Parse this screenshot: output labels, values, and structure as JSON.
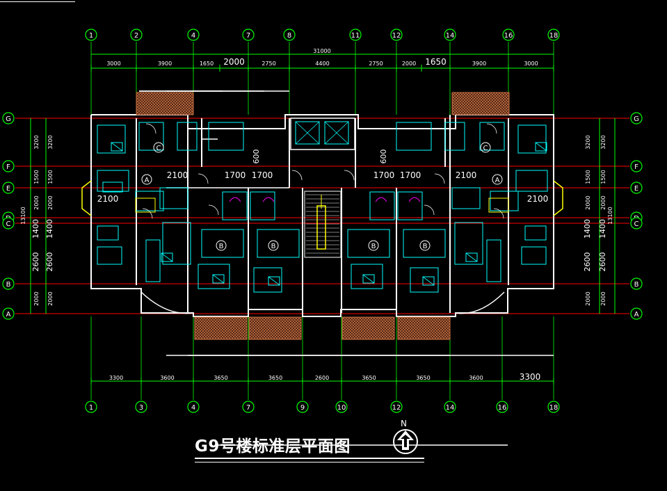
{
  "drawing": {
    "title": "G9号楼标准层平面图",
    "north_label": "N",
    "total_dimension": "31000",
    "colors": {
      "axis_bubble": "#00ff00",
      "axis_line": "#ff0000",
      "wall": "#ffffff",
      "fixture": "#00ffff",
      "dimension": "#00ff00",
      "balcony": "#c87040",
      "stair": "#ffff00",
      "accent": "#ff00ff"
    },
    "top_axes": [
      "1",
      "2",
      "4",
      "7",
      "8",
      "11",
      "12",
      "14",
      "16",
      "18"
    ],
    "bottom_axes": [
      "1",
      "3",
      "4",
      "7",
      "9",
      "10",
      "12",
      "14",
      "16",
      "18"
    ],
    "left_axes": [
      "G",
      "F",
      "E",
      "D",
      "C",
      "B",
      "A"
    ],
    "right_axes": [
      "G",
      "F",
      "E",
      "D",
      "C",
      "B",
      "A"
    ],
    "top_dims": [
      "3000",
      "3900",
      "1650",
      "2000",
      "2750",
      "4400",
      "2750",
      "2000",
      "1650",
      "3900",
      "3000"
    ],
    "bottom_dims": [
      "3300",
      "3600",
      "3650",
      "3650",
      "2600",
      "3650",
      "3650",
      "3600",
      "3300"
    ],
    "left_dims": [
      "3200",
      "1500",
      "2000",
      "1400",
      "2600",
      "2000"
    ],
    "left_total": "13100",
    "right_dims": [
      "3200",
      "1500",
      "2000",
      "1400",
      "2600",
      "2000"
    ],
    "right_total": "13100",
    "unit_labels": [
      "C",
      "A",
      "B",
      "B",
      "B",
      "B",
      "A",
      "C"
    ],
    "inner_dims": [
      "2100",
      "1700",
      "1700",
      "1700",
      "1700",
      "2100",
      "2100",
      "2100"
    ],
    "shaft_dims": [
      "600",
      "600"
    ]
  }
}
